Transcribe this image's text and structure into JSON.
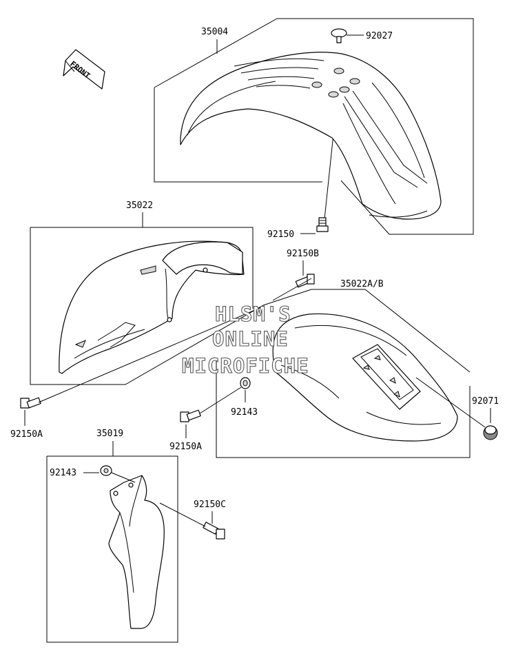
{
  "diagram": {
    "front_arrow": "FRONT",
    "watermark": [
      "HLSM'S",
      "ONLINE",
      "MICROFICHE"
    ],
    "parts": {
      "front_fender": "35004",
      "flat_screw_top": "92027",
      "bolt_front_fender": "92150",
      "rear_flap": "35022",
      "bolt_92150b": "92150B",
      "rear_fender": "35022A/B",
      "grommet": "92071",
      "washer_mid": "92143",
      "bolt_left": "92150A",
      "bolt_mid": "92150A",
      "guard": "35019",
      "washer_guard": "92143",
      "bolt_guard": "92150C"
    }
  }
}
